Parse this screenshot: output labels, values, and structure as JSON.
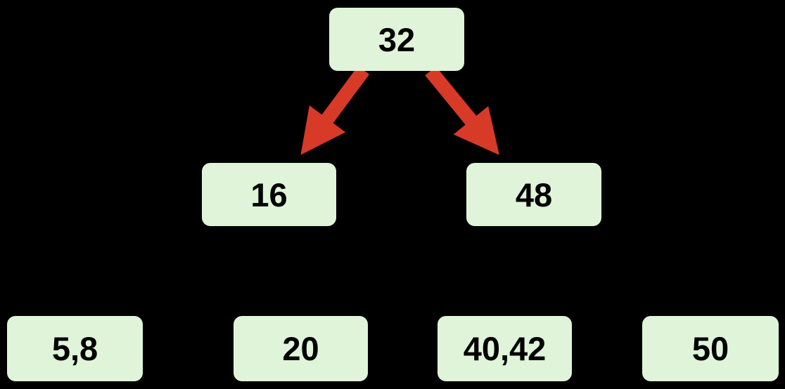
{
  "colors": {
    "background": "#000000",
    "node-fill": "#dff4d9",
    "node-text": "#000000",
    "arrow": "#d83a28"
  },
  "diagram": {
    "type": "tree",
    "nodes": [
      {
        "id": "root",
        "label": "32",
        "level": 0
      },
      {
        "id": "child-16",
        "label": "16",
        "level": 1
      },
      {
        "id": "child-48",
        "label": "48",
        "level": 1
      },
      {
        "id": "leaf-5-8",
        "label": "5,8",
        "level": 2
      },
      {
        "id": "leaf-20",
        "label": "20",
        "level": 2
      },
      {
        "id": "leaf-40-42",
        "label": "40,42",
        "level": 2
      },
      {
        "id": "leaf-50",
        "label": "50",
        "level": 2
      }
    ],
    "edges": [
      {
        "from": "32",
        "to": "16",
        "style": "red-arrow"
      },
      {
        "from": "32",
        "to": "48",
        "style": "red-arrow"
      }
    ]
  }
}
